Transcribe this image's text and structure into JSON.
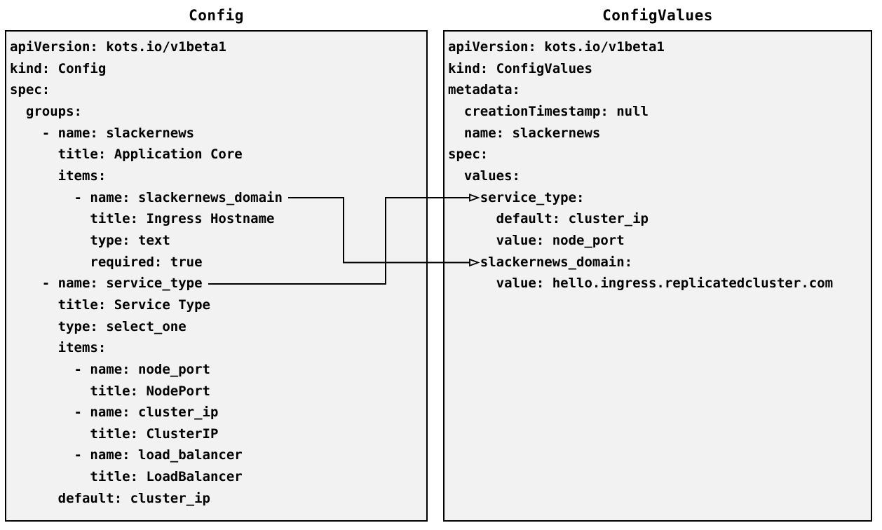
{
  "panels": [
    {
      "id": "config",
      "title": "Config",
      "language": "yaml",
      "lines": [
        "apiVersion: kots.io/v1beta1",
        "kind: Config",
        "spec:",
        "  groups:",
        "    - name: slackernews",
        "      title: Application Core",
        "      items:",
        "        - name: slackernews_domain",
        "          title: Ingress Hostname",
        "          type: text",
        "          required: true",
        "    - name: service_type",
        "      title: Service Type",
        "      type: select_one",
        "      items:",
        "        - name: node_port",
        "          title: NodePort",
        "        - name: cluster_ip",
        "          title: ClusterIP",
        "        - name: load_balancer",
        "          title: LoadBalancer",
        "      default: cluster_ip"
      ]
    },
    {
      "id": "configvalues",
      "title": "ConfigValues",
      "language": "yaml",
      "lines": [
        "apiVersion: kots.io/v1beta1",
        "kind: ConfigValues",
        "metadata:",
        "  creationTimestamp: null",
        "  name: slackernews",
        "spec:",
        "  values:",
        "    service_type:",
        "      default: cluster_ip",
        "      value: node_port",
        "    slackernews_domain:",
        "      value: hello.ingress.replicatedcluster.com"
      ]
    }
  ],
  "connections": [
    {
      "from": "Config: items[].name: slackernews_domain",
      "to": "ConfigValues: spec.values.slackernews_domain",
      "style": "elbow-line-open-arrowhead"
    },
    {
      "from": "Config: groups[].name: service_type",
      "to": "ConfigValues: spec.values.service_type",
      "style": "elbow-line-open-arrowhead"
    }
  ],
  "colors": {
    "page_background": "#ffffff",
    "panel_background": "#f2f2f2",
    "border": "#000000",
    "text": "#000000",
    "connector": "#000000"
  }
}
